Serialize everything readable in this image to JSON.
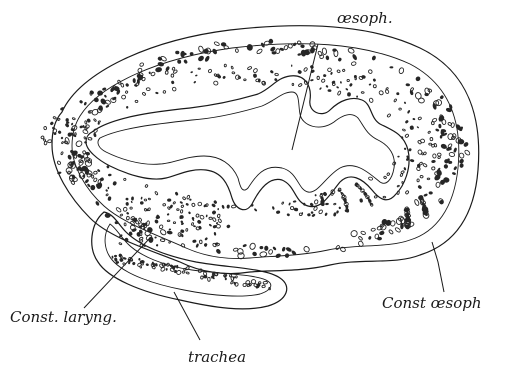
{
  "figure": {
    "labels": {
      "oesoph": "œsoph.",
      "const_oesoph": "Const œsoph",
      "const_laryng": "Const. laryng.",
      "trachea": "trachea"
    },
    "ink_color": "#1a1a1a",
    "background_color": "#ffffff"
  }
}
